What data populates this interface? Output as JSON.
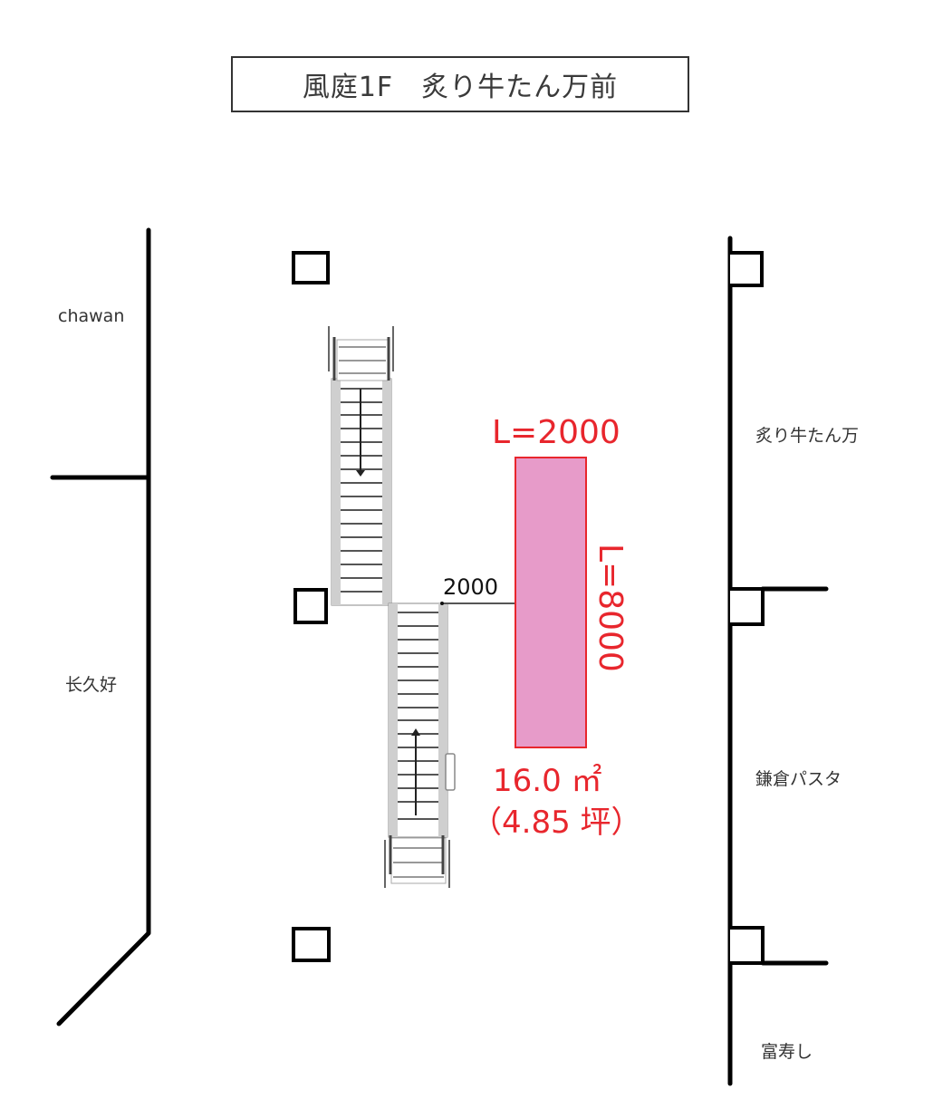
{
  "title": "風庭1F　炙り牛たん万前",
  "stores": {
    "left_top": "chawan",
    "left_middle": "长久好",
    "right_top": "炙り牛たん万",
    "right_middle": "鎌倉パスタ",
    "right_bottom": "富寿し"
  },
  "space": {
    "width_label": "L=2000",
    "length_label": "L=8000",
    "area_label": "16.0 ㎡",
    "tsubo_label": "（4.85 坪）",
    "offset_label": "2000",
    "fill_color": "#e79bc9",
    "stroke_color": "#e8262d"
  },
  "colors": {
    "wall": "#000000",
    "escalator": "#bdbdbd",
    "label_red": "#e8262d"
  }
}
